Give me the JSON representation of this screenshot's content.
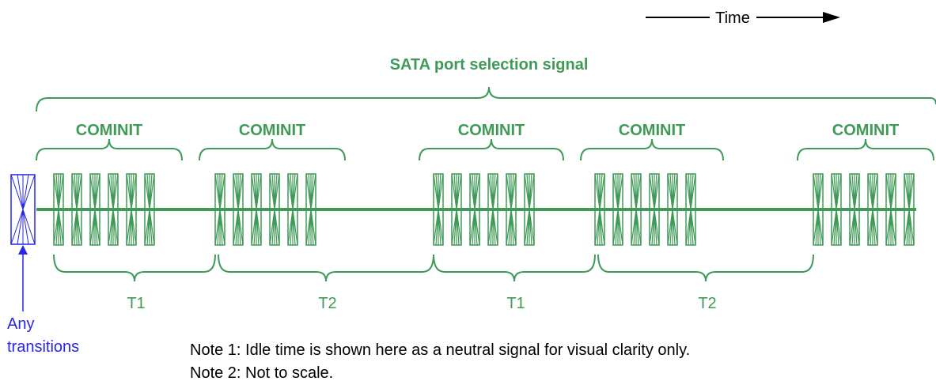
{
  "colors": {
    "signal": "#3f9a56",
    "annotation": "#2626e6",
    "text": "#000000"
  },
  "time_label": "Time",
  "title": "SATA port selection signal",
  "bursts": [
    {
      "label": "COMINIT"
    },
    {
      "label": "COMINIT"
    },
    {
      "label": "COMINIT"
    },
    {
      "label": "COMINIT"
    },
    {
      "label": "COMINIT"
    }
  ],
  "intervals": [
    {
      "label": "T1"
    },
    {
      "label": "T2"
    },
    {
      "label": "T1"
    },
    {
      "label": "T2"
    }
  ],
  "any_transitions": {
    "line1": "Any",
    "line2": "transitions"
  },
  "notes": [
    "Note 1: Idle time is shown here as a neutral signal for visual clarity only.",
    "Note 2: Not to scale."
  ]
}
